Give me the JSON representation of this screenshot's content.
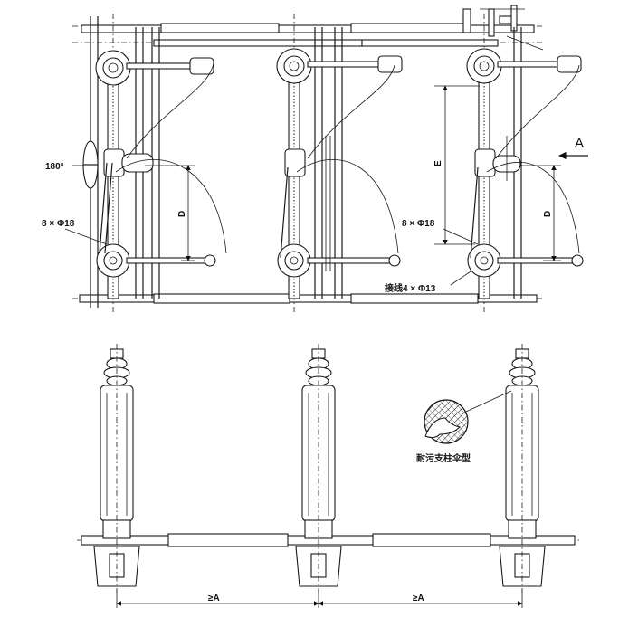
{
  "labels": {
    "angle": "180°",
    "hole_left": "8 × Φ18",
    "hole_right": "8 × Φ18",
    "ground": "接线4 × Φ13",
    "dim_d_left": "D",
    "dim_d_right": "D",
    "dim_e": "E",
    "view_a": "A",
    "insulator_type": "耐污支柱伞型",
    "spacing_1": "≥A",
    "spacing_2": "≥A"
  }
}
